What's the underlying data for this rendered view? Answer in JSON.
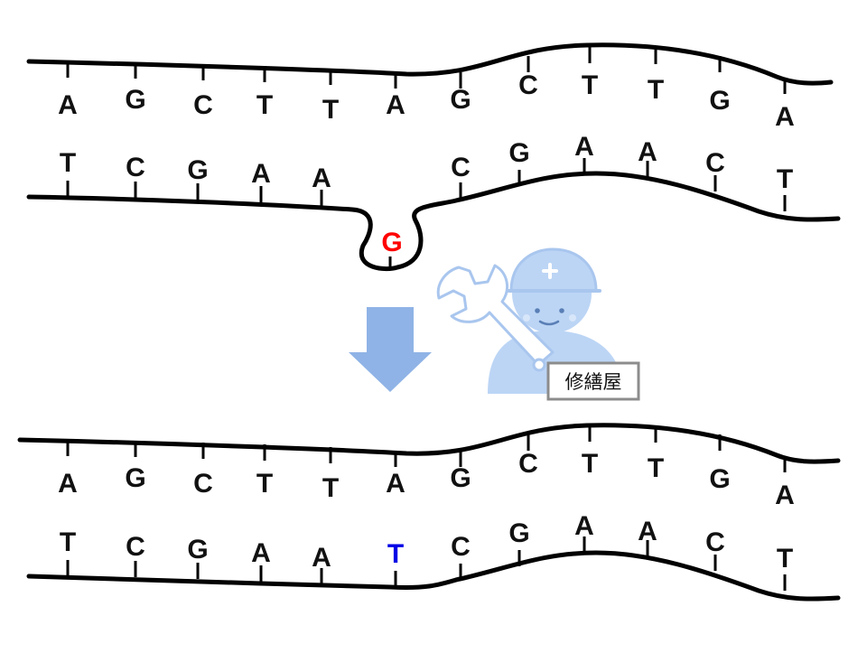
{
  "colors": {
    "strand": "#000000",
    "base_default": "#111111",
    "mismatch_base": "#ff0000",
    "repaired_base": "#0000e6",
    "arrow": "#8fb3e6",
    "repairer": "#bcd5f5",
    "repairer_outline": "#a9c6ee",
    "label_border": "#8c8c8c"
  },
  "before": {
    "top_strand_bases": [
      "A",
      "G",
      "C",
      "T",
      "T",
      "A",
      "G",
      "C",
      "T",
      "T",
      "G",
      "A"
    ],
    "bottom_strand_bases": [
      "T",
      "C",
      "G",
      "A",
      "A",
      "C",
      "G",
      "A",
      "A",
      "C",
      "T"
    ],
    "looped_out_base": "G"
  },
  "after": {
    "top_strand_bases": [
      "A",
      "G",
      "C",
      "T",
      "T",
      "A",
      "G",
      "C",
      "T",
      "T",
      "G",
      "A"
    ],
    "bottom_strand_bases": [
      "T",
      "C",
      "G",
      "A",
      "A",
      "T",
      "C",
      "G",
      "A",
      "A",
      "C",
      "T"
    ],
    "repaired_base": "T",
    "repaired_index": 5
  },
  "repair_worker": {
    "label": "修繕屋",
    "icon": "repair-worker-with-wrench-icon"
  },
  "transition_arrow_icon": "down-arrow-icon"
}
